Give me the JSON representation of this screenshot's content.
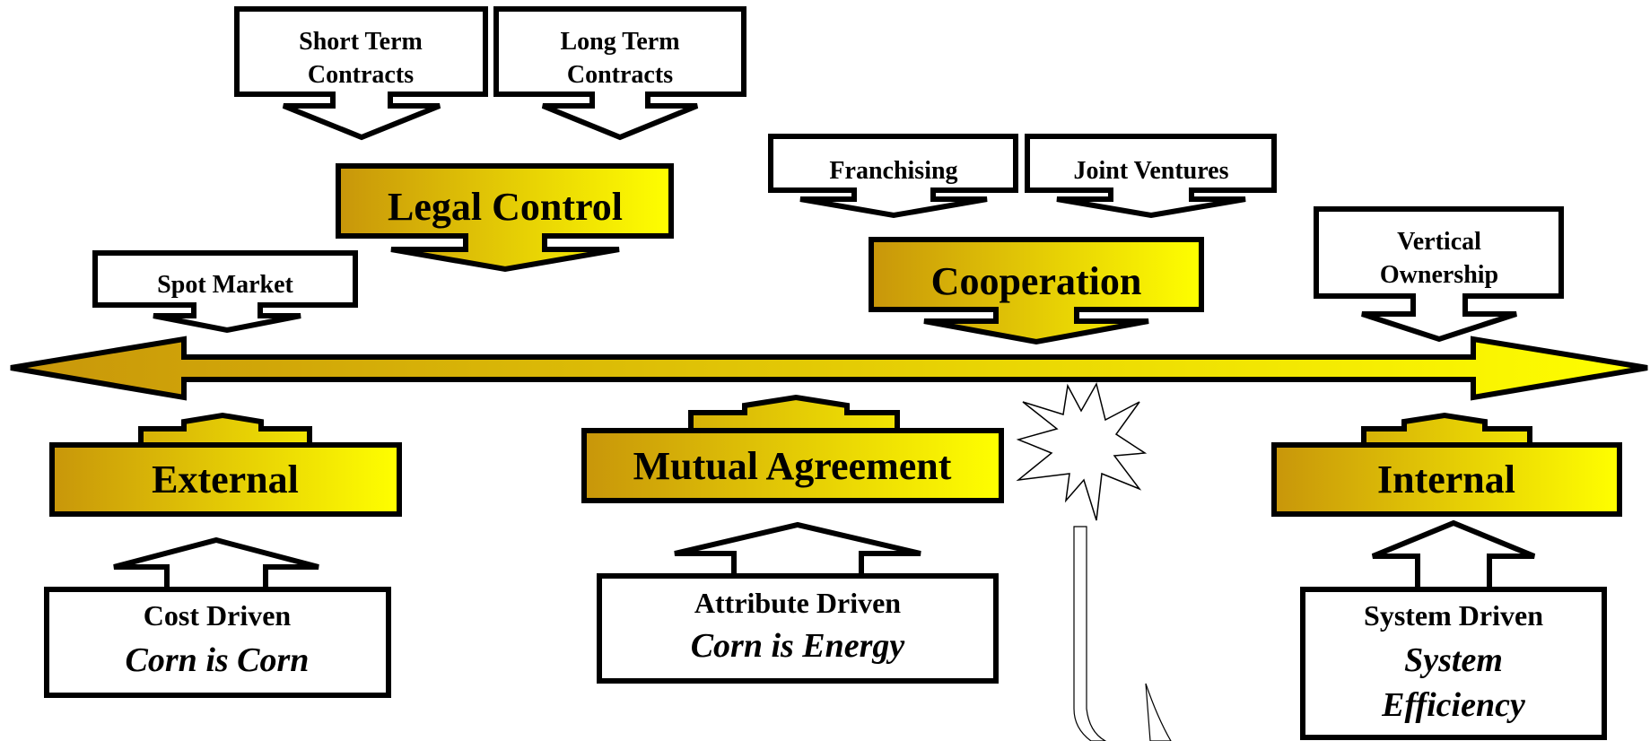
{
  "axis": {
    "gradient_start": "#c8960a",
    "gradient_end": "#ffff00"
  },
  "top_boxes": {
    "short_term": {
      "line1": "Short Term",
      "line2": "Contracts"
    },
    "long_term": {
      "line1": "Long Term",
      "line2": "Contracts"
    },
    "franchising": "Franchising",
    "joint_ventures": "Joint Ventures",
    "spot_market": "Spot Market",
    "vertical_ownership": {
      "line1": "Vertical",
      "line2": "Ownership"
    }
  },
  "gold_boxes": {
    "legal_control": "Legal Control",
    "cooperation": "Cooperation",
    "external": "External",
    "mutual_agreement": "Mutual Agreement",
    "internal": "Internal"
  },
  "bottom_boxes": {
    "cost_driven": {
      "title": "Cost Driven",
      "subtitle": "Corn is Corn"
    },
    "attribute_driven": {
      "title": "Attribute Driven",
      "subtitle": "Corn is Energy"
    },
    "system_driven": {
      "title": "System Driven",
      "subtitle1": "System",
      "subtitle2": "Efficiency"
    }
  }
}
